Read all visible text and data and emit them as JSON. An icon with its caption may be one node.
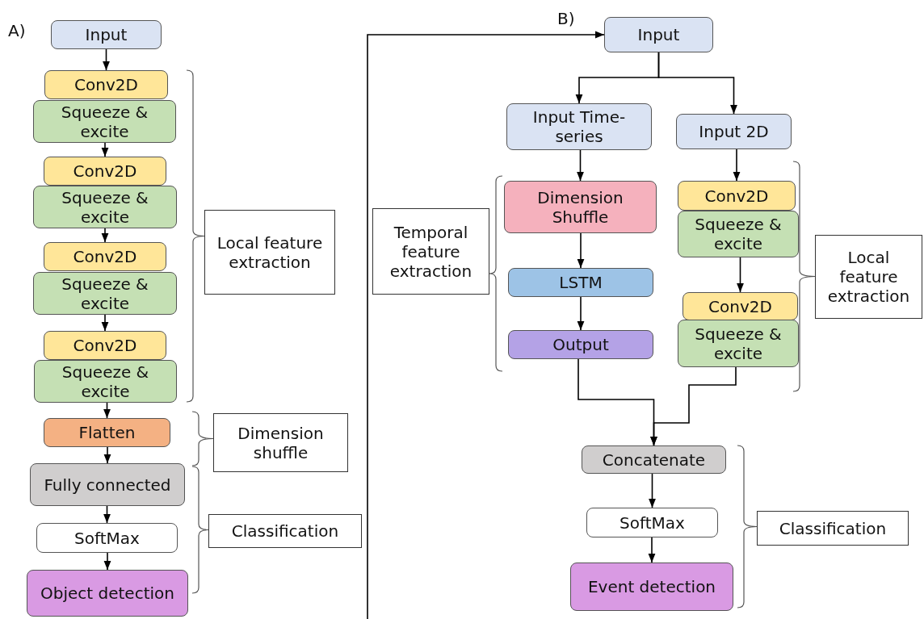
{
  "diagram": {
    "nodes": [
      {
        "text": [
          "Input"
        ]
      },
      {
        "text": [
          "Conv2D"
        ]
      },
      {
        "text": [
          "Squeeze & excite"
        ]
      },
      {
        "text": [
          "Conv2D"
        ]
      },
      {
        "text": [
          "Squeeze & excite"
        ]
      },
      {
        "text": [
          "Conv2D"
        ]
      },
      {
        "text": [
          "Squeeze & excite"
        ]
      },
      {
        "text": [
          "Conv2D"
        ]
      },
      {
        "text": [
          "Squeeze & excite"
        ]
      },
      {
        "text": [
          "Flatten"
        ]
      },
      {
        "text": [
          "Fully connected"
        ]
      },
      {
        "text": [
          "SoftMax"
        ]
      },
      {
        "text": [
          "Object detection"
        ]
      },
      {
        "text": [
          "Local feature extraction"
        ]
      },
      {
        "text": [
          "Dimension shuffle"
        ]
      },
      {
        "text": [
          "Classification"
        ]
      },
      {
        "text": [
          "Input"
        ]
      },
      {
        "text": [
          "Input Time-series"
        ]
      },
      {
        "text": [
          "Input 2D"
        ]
      },
      {
        "text": [
          "Dimension Shuffle"
        ]
      },
      {
        "text": [
          "LSTM"
        ]
      },
      {
        "text": [
          "Output"
        ]
      },
      {
        "text": [
          "Conv2D"
        ]
      },
      {
        "text": [
          "Squeeze & excite"
        ]
      },
      {
        "text": [
          "Conv2D"
        ]
      },
      {
        "text": [
          "Squeeze & excite"
        ]
      },
      {
        "text": [
          "Concatenate"
        ]
      },
      {
        "text": [
          "SoftMax"
        ]
      },
      {
        "text": [
          "Event detection"
        ]
      },
      {
        "text": [
          "Temporal feature extraction"
        ]
      },
      {
        "text": [
          "Local feature extraction"
        ]
      },
      {
        "text": [
          "Classification"
        ]
      }
    ],
    "edges": [
      {
        "from": 0,
        "to": 1,
        "arrow": "to"
      },
      {
        "from": 2,
        "to": 3,
        "arrow": "to"
      },
      {
        "from": 4,
        "to": 5,
        "arrow": "to"
      },
      {
        "from": 6,
        "to": 7,
        "arrow": "to"
      },
      {
        "from": 8,
        "to": 9,
        "arrow": "to"
      },
      {
        "from": 9,
        "to": 10,
        "arrow": "to"
      },
      {
        "from": 10,
        "to": 11,
        "arrow": "to"
      },
      {
        "from": 11,
        "to": 12,
        "arrow": "to"
      },
      {
        "from": null,
        "to": 16,
        "arrow": "to"
      },
      {
        "from": 16,
        "to": 17,
        "arrow": "to"
      },
      {
        "from": 16,
        "to": 18,
        "arrow": "to"
      },
      {
        "from": 17,
        "to": 19,
        "arrow": "to"
      },
      {
        "from": 19,
        "to": 20,
        "arrow": "to"
      },
      {
        "from": 20,
        "to": 21,
        "arrow": "to"
      },
      {
        "from": 18,
        "to": 22,
        "arrow": "to"
      },
      {
        "from": 23,
        "to": 24,
        "arrow": "to"
      },
      {
        "from": 21,
        "to": 26,
        "arrow": "to"
      },
      {
        "from": 25,
        "to": 26,
        "arrow": "to"
      },
      {
        "from": 26,
        "to": 27,
        "arrow": "to"
      },
      {
        "from": 27,
        "to": 28,
        "arrow": "to"
      }
    ],
    "labels": [
      "A)",
      "B)"
    ]
  }
}
